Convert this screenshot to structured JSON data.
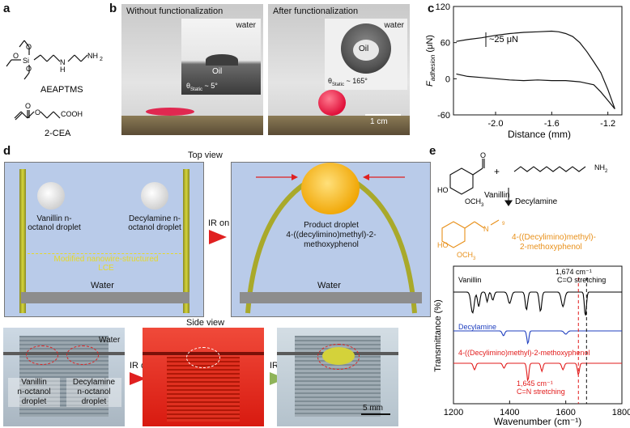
{
  "panels": {
    "a": "a",
    "b": "b",
    "c": "c",
    "d": "d",
    "e": "e"
  },
  "panel_a": {
    "mol1_name": "AEAPTMS",
    "mol2_name": "2-CEA",
    "o": "O",
    "si": "Si",
    "nh": "N",
    "h": "H",
    "nh2": "NH",
    "two": "2",
    "cooh": "COOH"
  },
  "panel_b": {
    "left_title": "Without functionalization",
    "right_title": "After functionalization",
    "water_label": "water",
    "oil_label": "Oil",
    "left_angle": "θ",
    "left_angle_sub": "Static",
    "left_angle_val": " ~ 5°",
    "right_angle": "θ",
    "right_angle_sub": "Static",
    "right_angle_val": " ~ 165°",
    "scale": "1 cm"
  },
  "panel_d": {
    "top_view": "Top view",
    "side_view": "Side view",
    "vanillin_drop": "Vanillin n-octanol droplet",
    "decylamine_drop": "Decylamine n-octanol droplet",
    "lce_label": "Modified nanowire-structured LCE",
    "water": "Water",
    "ir_on": "IR on",
    "ir_off": "IR off",
    "product_label_1": "Product droplet",
    "product_label_2": "4-((decylimino)methyl)-2-",
    "product_label_3": "methoxyphenol",
    "side_water": "Water",
    "side_vanillin_1": "Vanillin",
    "side_vanillin_2": "n-octanol",
    "side_vanillin_3": "droplet",
    "side_decylamine_1": "Decylamine",
    "side_decylamine_2": "n-octanol",
    "side_decylamine_3": "droplet",
    "scale": "5 mm"
  },
  "panel_e": {
    "vanillin": "Vanillin",
    "decylamine": "Decylamine",
    "product_1": "4-((Decylimino)methyl)-",
    "product_2": "2-methoxyphenol",
    "plus": "+",
    "ho": "HO",
    "och3": "OCH",
    "och3_sub": "3",
    "o_atom": "O",
    "nh2": "NH",
    "nh2_sub": "2",
    "n_atom": "N",
    "sub9": "9"
  },
  "chart_data": [
    {
      "type": "line",
      "title": "",
      "xlabel": "Distance (mm)",
      "ylabel": "F adhesion (μN)",
      "xlim": [
        -2.3,
        -1.1
      ],
      "ylim": [
        -60,
        120
      ],
      "xticks": [
        "-2.0",
        "-1.6",
        "-1.2"
      ],
      "yticks": [
        "-60",
        "0",
        "60",
        "120"
      ],
      "annotation": "~25 μN",
      "series": [
        {
          "name": "",
          "x": [
            -2.28,
            -2.2,
            -2.1,
            -2.0,
            -1.9,
            -1.8,
            -1.7,
            -1.6,
            -1.55,
            -1.5,
            -1.45,
            -1.4,
            -1.35,
            -1.3,
            -1.25,
            -1.2,
            -1.15
          ],
          "y": [
            62,
            65,
            68,
            72,
            75,
            77,
            78,
            79,
            78,
            75,
            70,
            60,
            45,
            28,
            10,
            -18,
            -50
          ]
        },
        {
          "name": "",
          "x": [
            -2.28,
            -2.2,
            -2.1,
            -2.0,
            -1.9,
            -1.8,
            -1.7,
            -1.6,
            -1.5,
            -1.4,
            -1.3,
            -1.25,
            -1.2,
            -1.15
          ],
          "y": [
            8,
            4,
            2,
            0,
            -2,
            -3,
            -2,
            -3,
            -3,
            -5,
            -10,
            -22,
            -36,
            -50
          ]
        }
      ]
    },
    {
      "type": "line",
      "title": "",
      "xlabel": "Wavenumber (cm⁻¹)",
      "ylabel": "Transmittance (%)",
      "xlim": [
        1200,
        1800
      ],
      "xticks": [
        "1200",
        "1400",
        "1600",
        "1800"
      ],
      "annotations": [
        "1,674 cm⁻¹",
        "C=O stretching",
        "1,645 cm⁻¹",
        "C=N stretching"
      ],
      "series": [
        {
          "name": "Vanillin",
          "color": "#000000"
        },
        {
          "name": "Decylamine",
          "color": "#1f3fbf"
        },
        {
          "name": "4-((Decylimino)methyl)-2-methoxyphenol",
          "color": "#e21b1b"
        }
      ]
    }
  ]
}
